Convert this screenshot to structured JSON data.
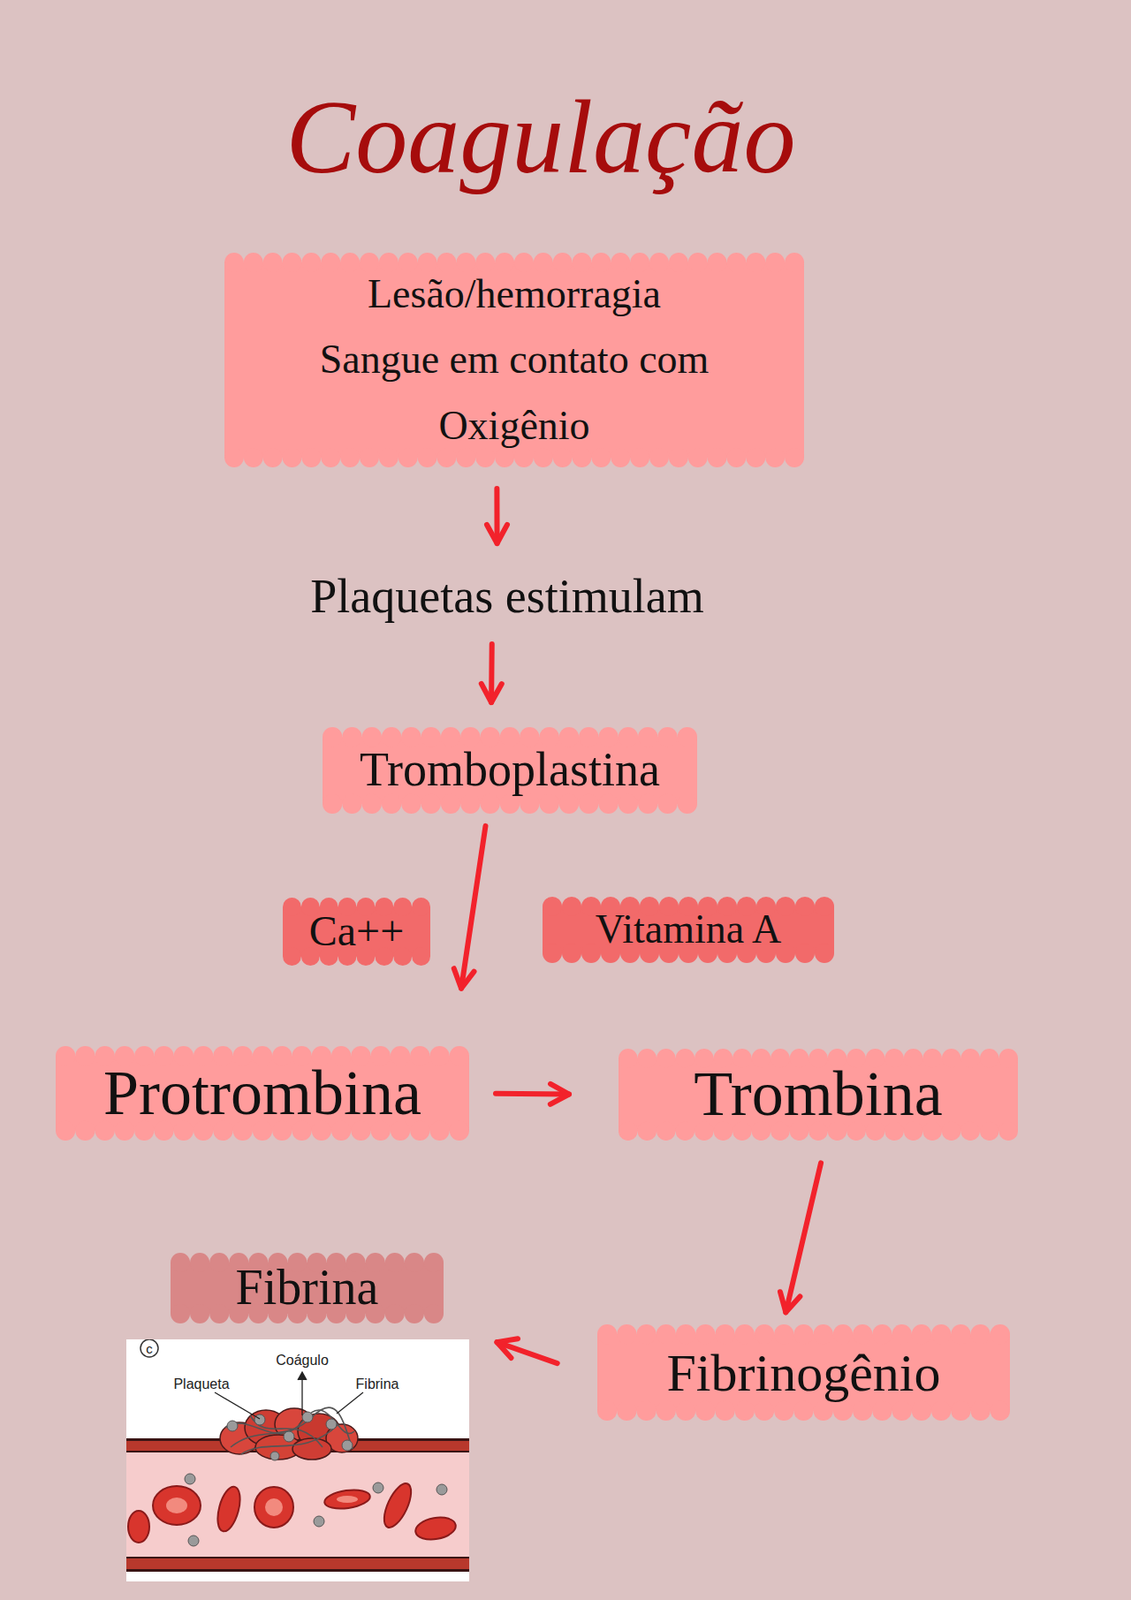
{
  "diagram": {
    "title": "Coagulação",
    "nodes": [
      {
        "text": [
          "Lesão/hemorragia",
          "Sangue em contato com Oxigênio"
        ]
      },
      {
        "text": [
          "Plaquetas estimulam"
        ]
      },
      {
        "text": [
          "Tromboplastina"
        ]
      },
      {
        "text": [
          "Ca++"
        ]
      },
      {
        "text": [
          "Vitamina A"
        ]
      },
      {
        "text": [
          "Protrombina"
        ]
      },
      {
        "text": [
          "Trombina"
        ]
      },
      {
        "text": [
          "Fibrina"
        ]
      },
      {
        "text": [
          "Fibrinogênio"
        ]
      }
    ],
    "edges": [
      {
        "from": 0,
        "to": 1,
        "arrow": "to"
      },
      {
        "from": 1,
        "to": 2,
        "arrow": "to"
      },
      {
        "from": 2,
        "to": 5,
        "arrow": "to"
      },
      {
        "from": 5,
        "to": 6,
        "arrow": "to"
      },
      {
        "from": 6,
        "to": 8,
        "arrow": "to"
      },
      {
        "from": 8,
        "to": 7,
        "arrow": "to"
      }
    ],
    "labels": [
      "c",
      "Coágulo",
      "Plaqueta",
      "Fibrina"
    ]
  }
}
